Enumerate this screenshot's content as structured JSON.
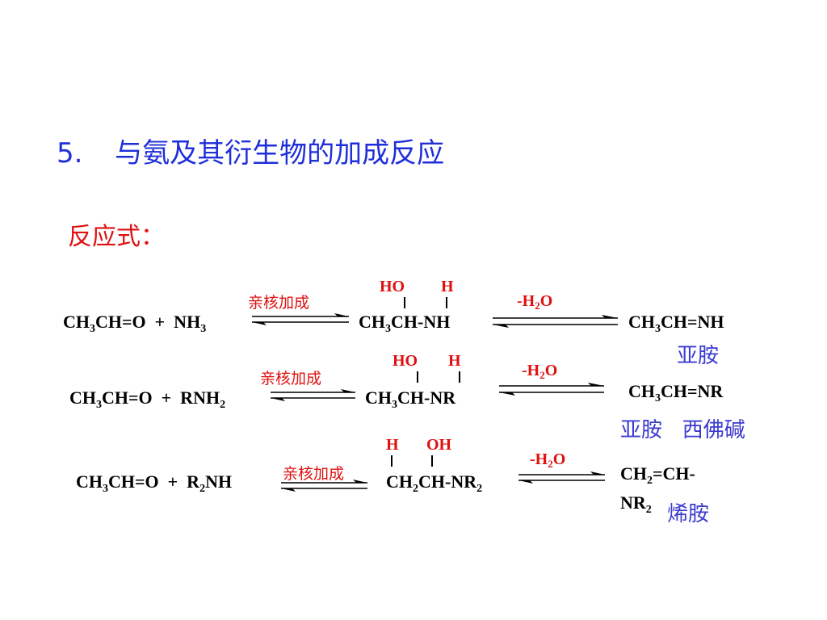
{
  "heading": {
    "number": "5.",
    "text": "与氨及其衍生物的加成反应"
  },
  "subheading": "反应式：",
  "label_addition": "亲核加成",
  "label_dehydration": {
    "minus_h": "-H",
    "sub_2": "2",
    "o": "O"
  },
  "groups": {
    "ho": "HO",
    "h": "H",
    "oh": "OH"
  },
  "reactions": [
    {
      "reactant": {
        "ch": "CH",
        "sub3": "3",
        "rest": "CH=O  +  NH",
        "sub_end": "3"
      },
      "intermediate": {
        "ch": "CH",
        "sub3": "3",
        "rest": "CH-NH"
      },
      "product": {
        "ch": "CH",
        "sub3": "3",
        "rest": "CH=NH"
      },
      "name": "亚胺"
    },
    {
      "reactant": {
        "ch": "CH",
        "sub3": "3",
        "rest": "CH=O  +  RNH",
        "sub_end": "2"
      },
      "intermediate": {
        "ch": "CH",
        "sub3": "3",
        "rest": "CH-NR"
      },
      "product": {
        "ch": "CH",
        "sub3": "3",
        "rest": "CH=NR"
      },
      "name": "亚胺   西佛碱"
    },
    {
      "reactant": {
        "ch": "CH",
        "sub3": "3",
        "rest": "CH=O  +  R",
        "sub2": "2",
        "tail": "NH"
      },
      "intermediate": {
        "ch": "CH",
        "sub2": "2",
        "rest": "CH-NR",
        "sub_end": "2"
      },
      "product": {
        "line1_a": "CH",
        "line1_sub": "2",
        "line1_b": "=CH-",
        "line2": "NR",
        "line2_sub": "2"
      },
      "name": "烯胺"
    }
  ],
  "colors": {
    "title": "#1f2fd9",
    "red": "#e01010",
    "blue_label": "#3b3bd0"
  }
}
